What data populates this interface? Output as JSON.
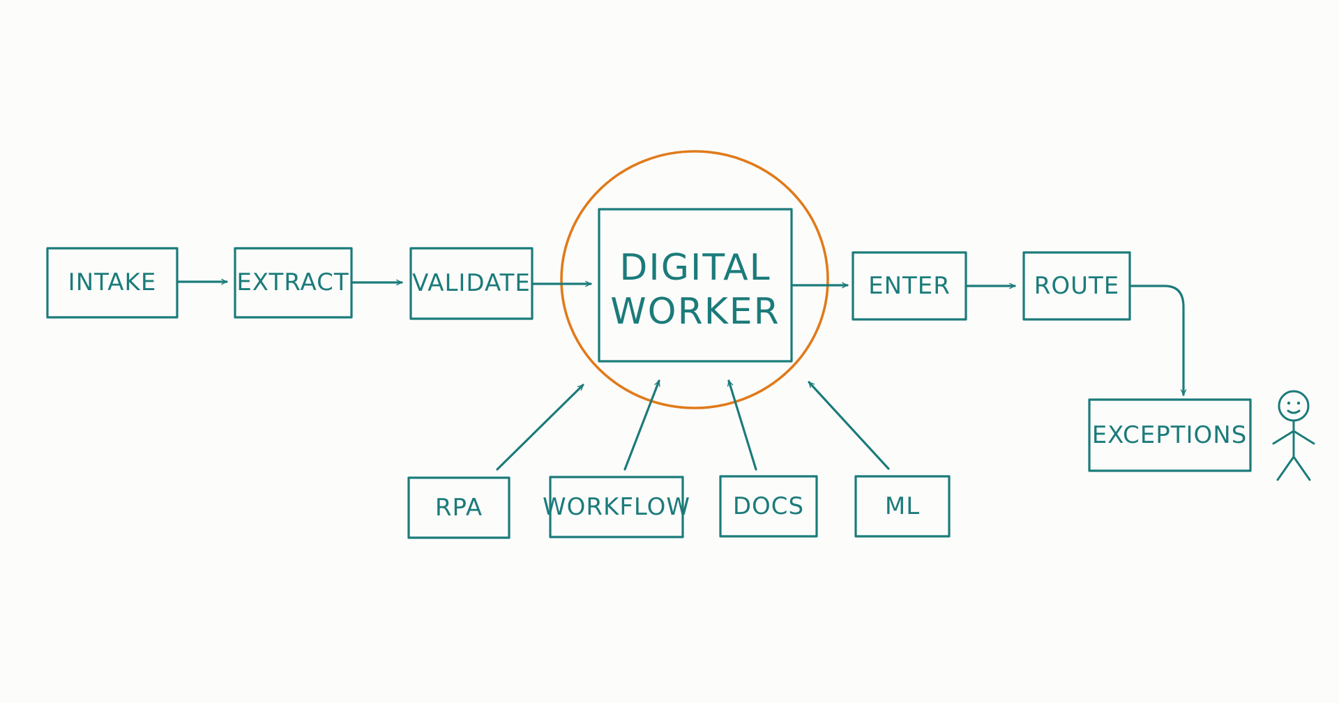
{
  "colors": {
    "stroke": "#1b7b7a",
    "highlight": "#e07a1a",
    "background": "#fcfcfb"
  },
  "nodes": {
    "intake": "INTAKE",
    "extract": "EXTRACT",
    "validate": "VALIDATE",
    "digital_worker": [
      "DIGITAL",
      "WORKER"
    ],
    "enter": "ENTER",
    "route": "ROUTE",
    "exceptions": "EXCEPTIONS",
    "rpa": "RPA",
    "workflow": "WORKFLOW",
    "docs": "DOCS",
    "ml": "ML"
  },
  "icons": {
    "human": "person-icon"
  },
  "edges": [
    {
      "from": "intake",
      "to": "extract"
    },
    {
      "from": "extract",
      "to": "validate"
    },
    {
      "from": "validate",
      "to": "digital_worker"
    },
    {
      "from": "digital_worker",
      "to": "enter"
    },
    {
      "from": "enter",
      "to": "route"
    },
    {
      "from": "route",
      "to": "exceptions"
    },
    {
      "from": "rpa",
      "to": "digital_worker"
    },
    {
      "from": "workflow",
      "to": "digital_worker"
    },
    {
      "from": "docs",
      "to": "digital_worker"
    },
    {
      "from": "ml",
      "to": "digital_worker"
    }
  ]
}
